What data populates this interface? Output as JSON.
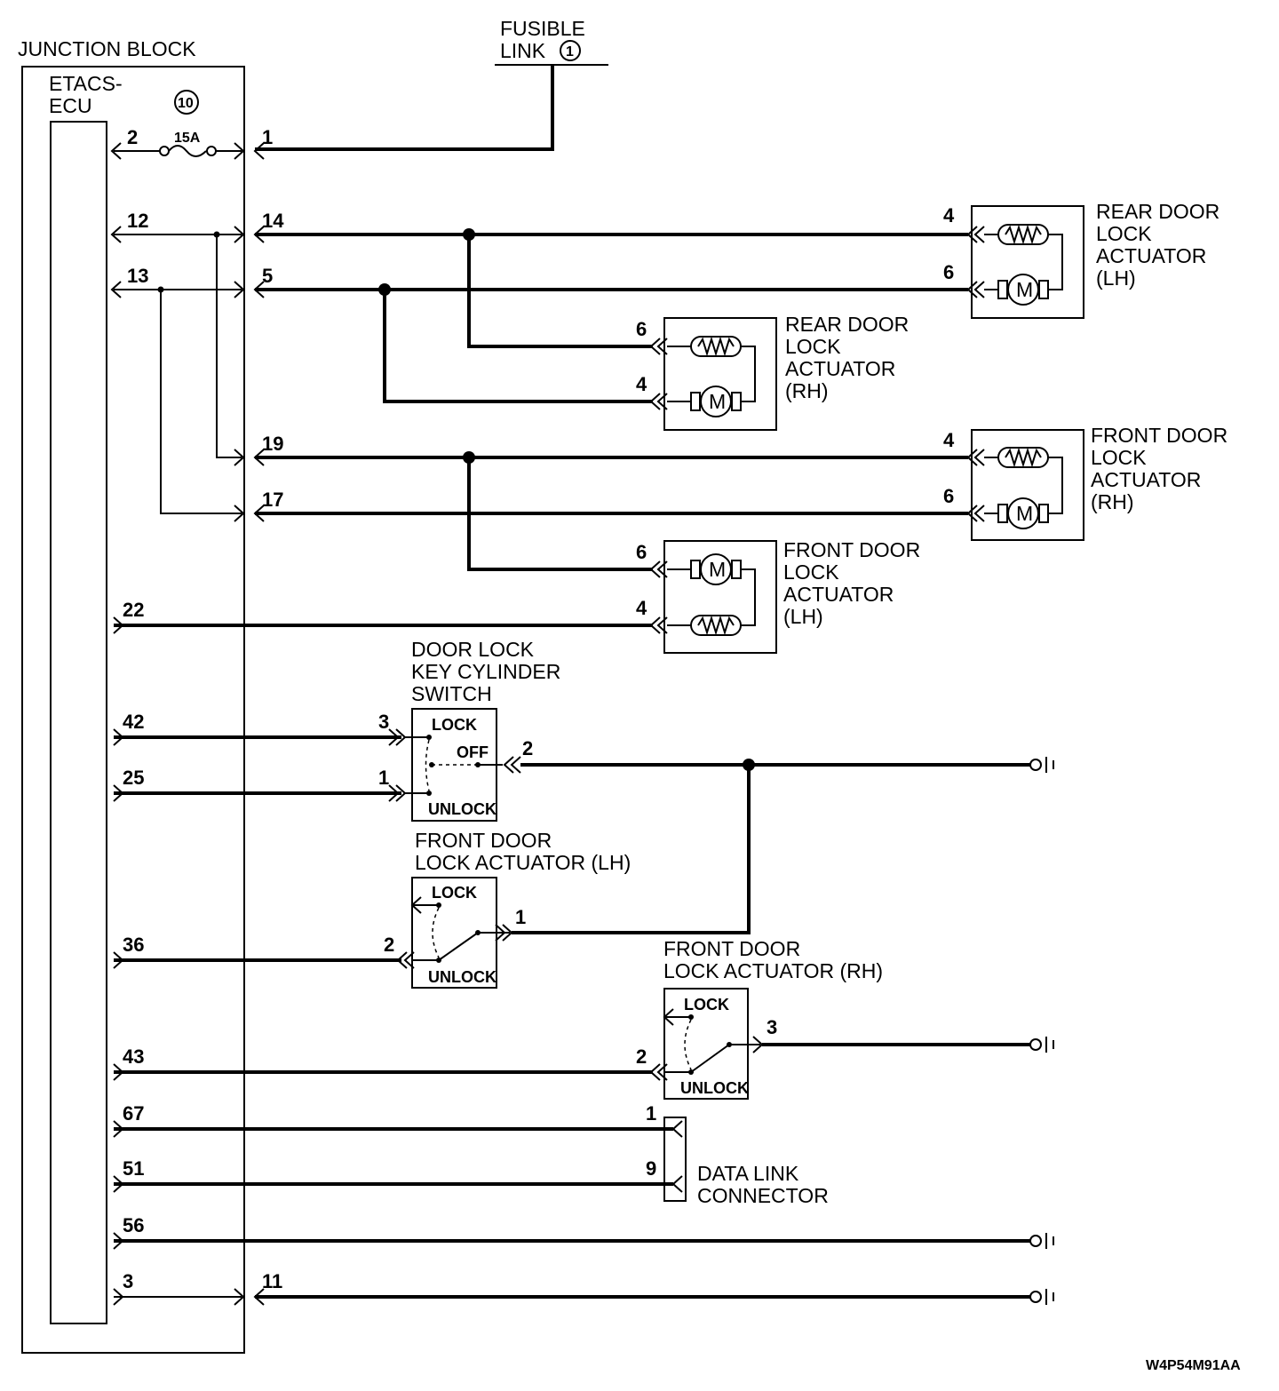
{
  "labels": {
    "junction_block": "JUNCTION BLOCK",
    "etacs": "ETACS-",
    "ecu": "ECU",
    "fusible_link_1": "FUSIBLE",
    "fusible_link_2": "LINK",
    "fusible_link_num": "1",
    "fuse_num": "10",
    "fuse_rating": "15A",
    "rear_door_lh": [
      "REAR DOOR",
      "LOCK",
      "ACTUATOR",
      "(LH)"
    ],
    "rear_door_rh": [
      "REAR DOOR",
      "LOCK",
      "ACTUATOR",
      "(RH)"
    ],
    "front_door_rh": [
      "FRONT DOOR",
      "LOCK",
      "ACTUATOR",
      "(RH)"
    ],
    "front_door_lh": [
      "FRONT DOOR",
      "LOCK",
      "ACTUATOR",
      "(LH)"
    ],
    "key_cylinder": [
      "DOOR LOCK",
      "KEY CYLINDER",
      "SWITCH"
    ],
    "front_door_lh_switch": [
      "FRONT DOOR",
      "LOCK ACTUATOR (LH)"
    ],
    "front_door_rh_switch": [
      "FRONT DOOR",
      "LOCK ACTUATOR (RH)"
    ],
    "data_link": [
      "DATA LINK",
      "CONNECTOR"
    ],
    "switch_lock": "LOCK",
    "switch_off": "OFF",
    "switch_unlock": "UNLOCK",
    "motor": "M",
    "code": "W4P54M91AA"
  },
  "pins": {
    "ecu_2": "2",
    "jb_1": "1",
    "ecu_12": "12",
    "jb_14": "14",
    "ecu_13": "13",
    "jb_5": "5",
    "jb_19": "19",
    "jb_17": "17",
    "ecu_22": "22",
    "ecu_42": "42",
    "ecu_25": "25",
    "ecu_36": "36",
    "ecu_43": "43",
    "ecu_67": "67",
    "ecu_51": "51",
    "ecu_56": "56",
    "ecu_3": "3",
    "jb_11": "11",
    "rdlh_4": "4",
    "rdlh_6": "6",
    "rdrh_6": "6",
    "rdrh_4": "4",
    "fdrh_4": "4",
    "fdrh_6": "6",
    "fdlh_6": "6",
    "fdlh_4": "4",
    "kc_3": "3",
    "kc_1": "1",
    "kc_2": "2",
    "fdlhsw_2": "2",
    "fdlhsw_1": "1",
    "fdrhsw_2": "2",
    "fdrhsw_3": "3",
    "dl_1": "1",
    "dl_9": "9"
  }
}
